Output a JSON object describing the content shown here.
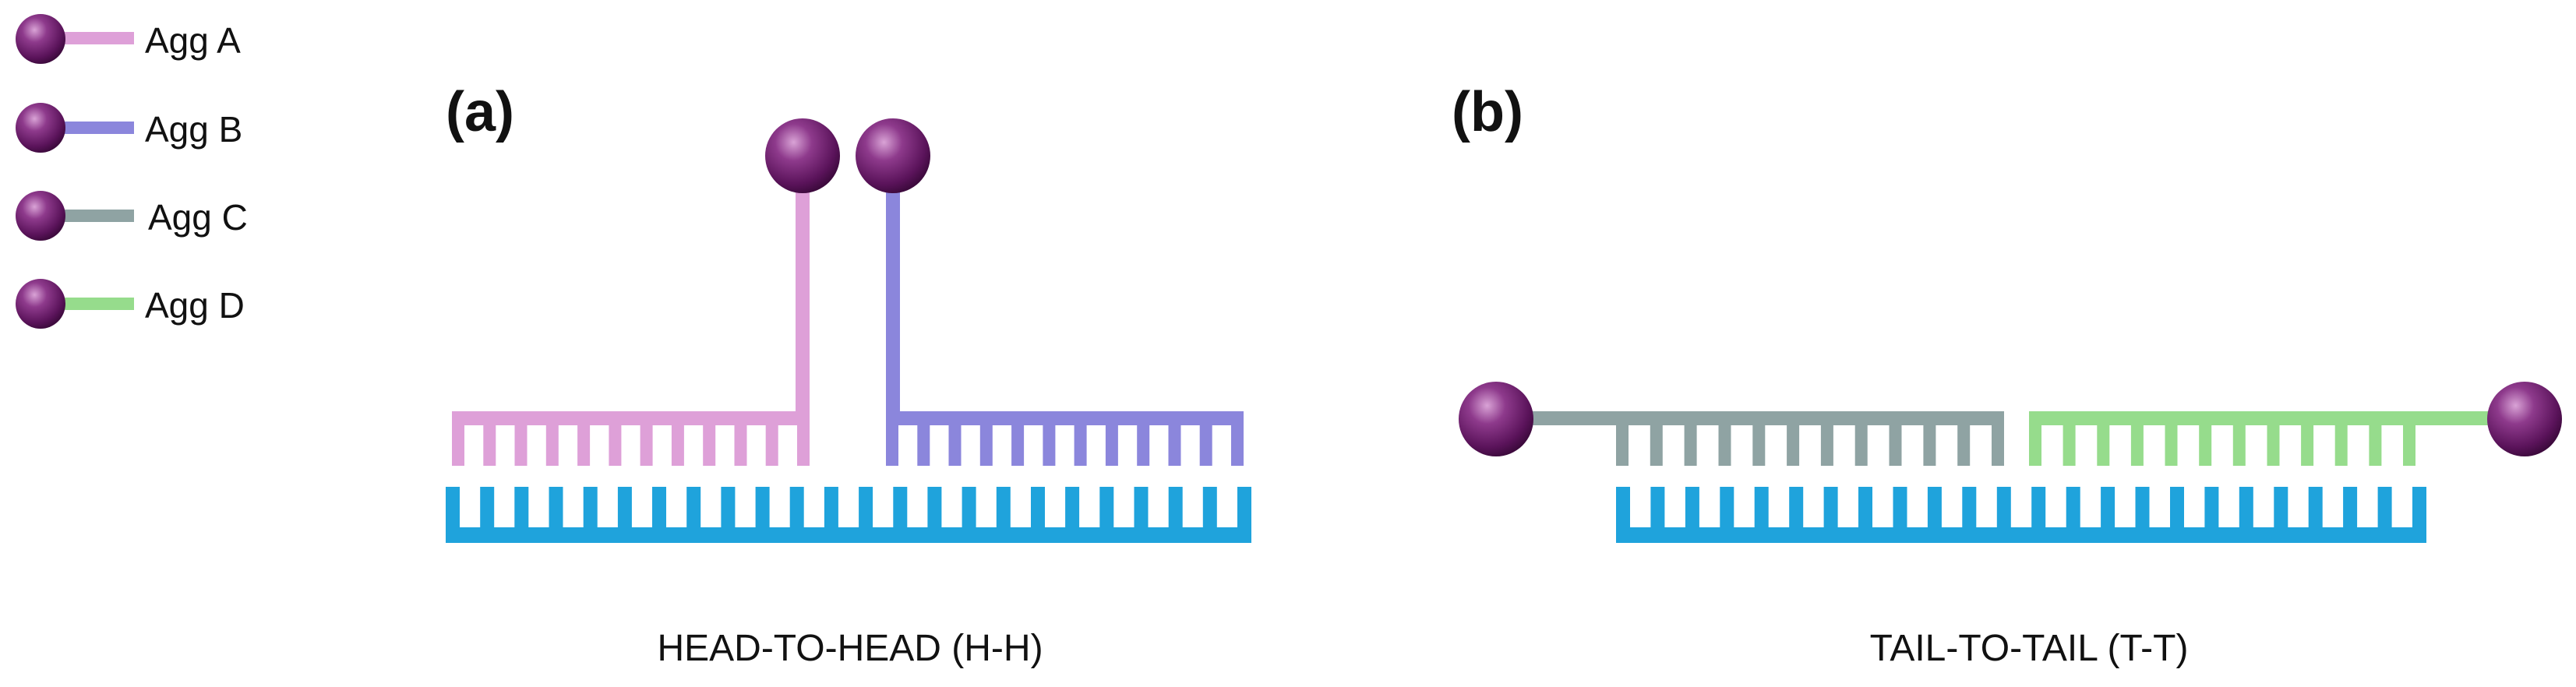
{
  "legend": [
    {
      "label": "Agg A",
      "color": "#dea0d8"
    },
    {
      "label": "Agg B",
      "color": "#8b86dc"
    },
    {
      "label": "Agg C",
      "color": "#8fa3a3"
    },
    {
      "label": "Agg D",
      "color": "#96dc8c"
    }
  ],
  "panels": {
    "a": {
      "label": "(a)",
      "caption": "HEAD-TO-HEAD (H-H)"
    },
    "b": {
      "label": "(b)",
      "caption": "TAIL-TO-TAIL (T-T)"
    }
  },
  "colors": {
    "template": "#1fa3dc",
    "bead": "#6a1a6a",
    "bead_highlight": "#c88acb"
  }
}
